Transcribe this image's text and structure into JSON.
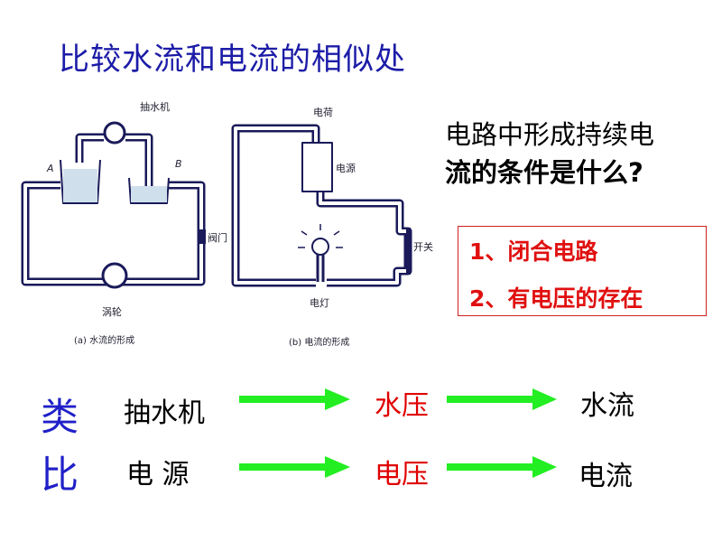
{
  "title": "比较水流和电流的相似处",
  "question": [
    "电路中形成持续电",
    "流的条件是什么?"
  ],
  "answers": [
    "1、闭合电路",
    "2、有电压的存在"
  ],
  "diagram": {
    "water": {
      "pump": "抽水机",
      "tank_a": "A",
      "tank_b": "B",
      "valve": "阀门",
      "turbine": "涡轮",
      "caption": "(a) 水流的形成"
    },
    "electric": {
      "charge": "电荷",
      "source": "电源",
      "switch": "开关",
      "lamp": "电灯",
      "caption": "(b) 电流的形成"
    }
  },
  "analogy": {
    "label": [
      "类",
      "比"
    ],
    "rows": [
      {
        "a": "抽水机",
        "b": "水压",
        "c": "水流"
      },
      {
        "a": "电  源",
        "b": "电压",
        "c": "电流"
      }
    ]
  },
  "colors": {
    "title": "#1c1ca8",
    "accent_red": "#e00000",
    "arrow_green": "#22ee22"
  }
}
